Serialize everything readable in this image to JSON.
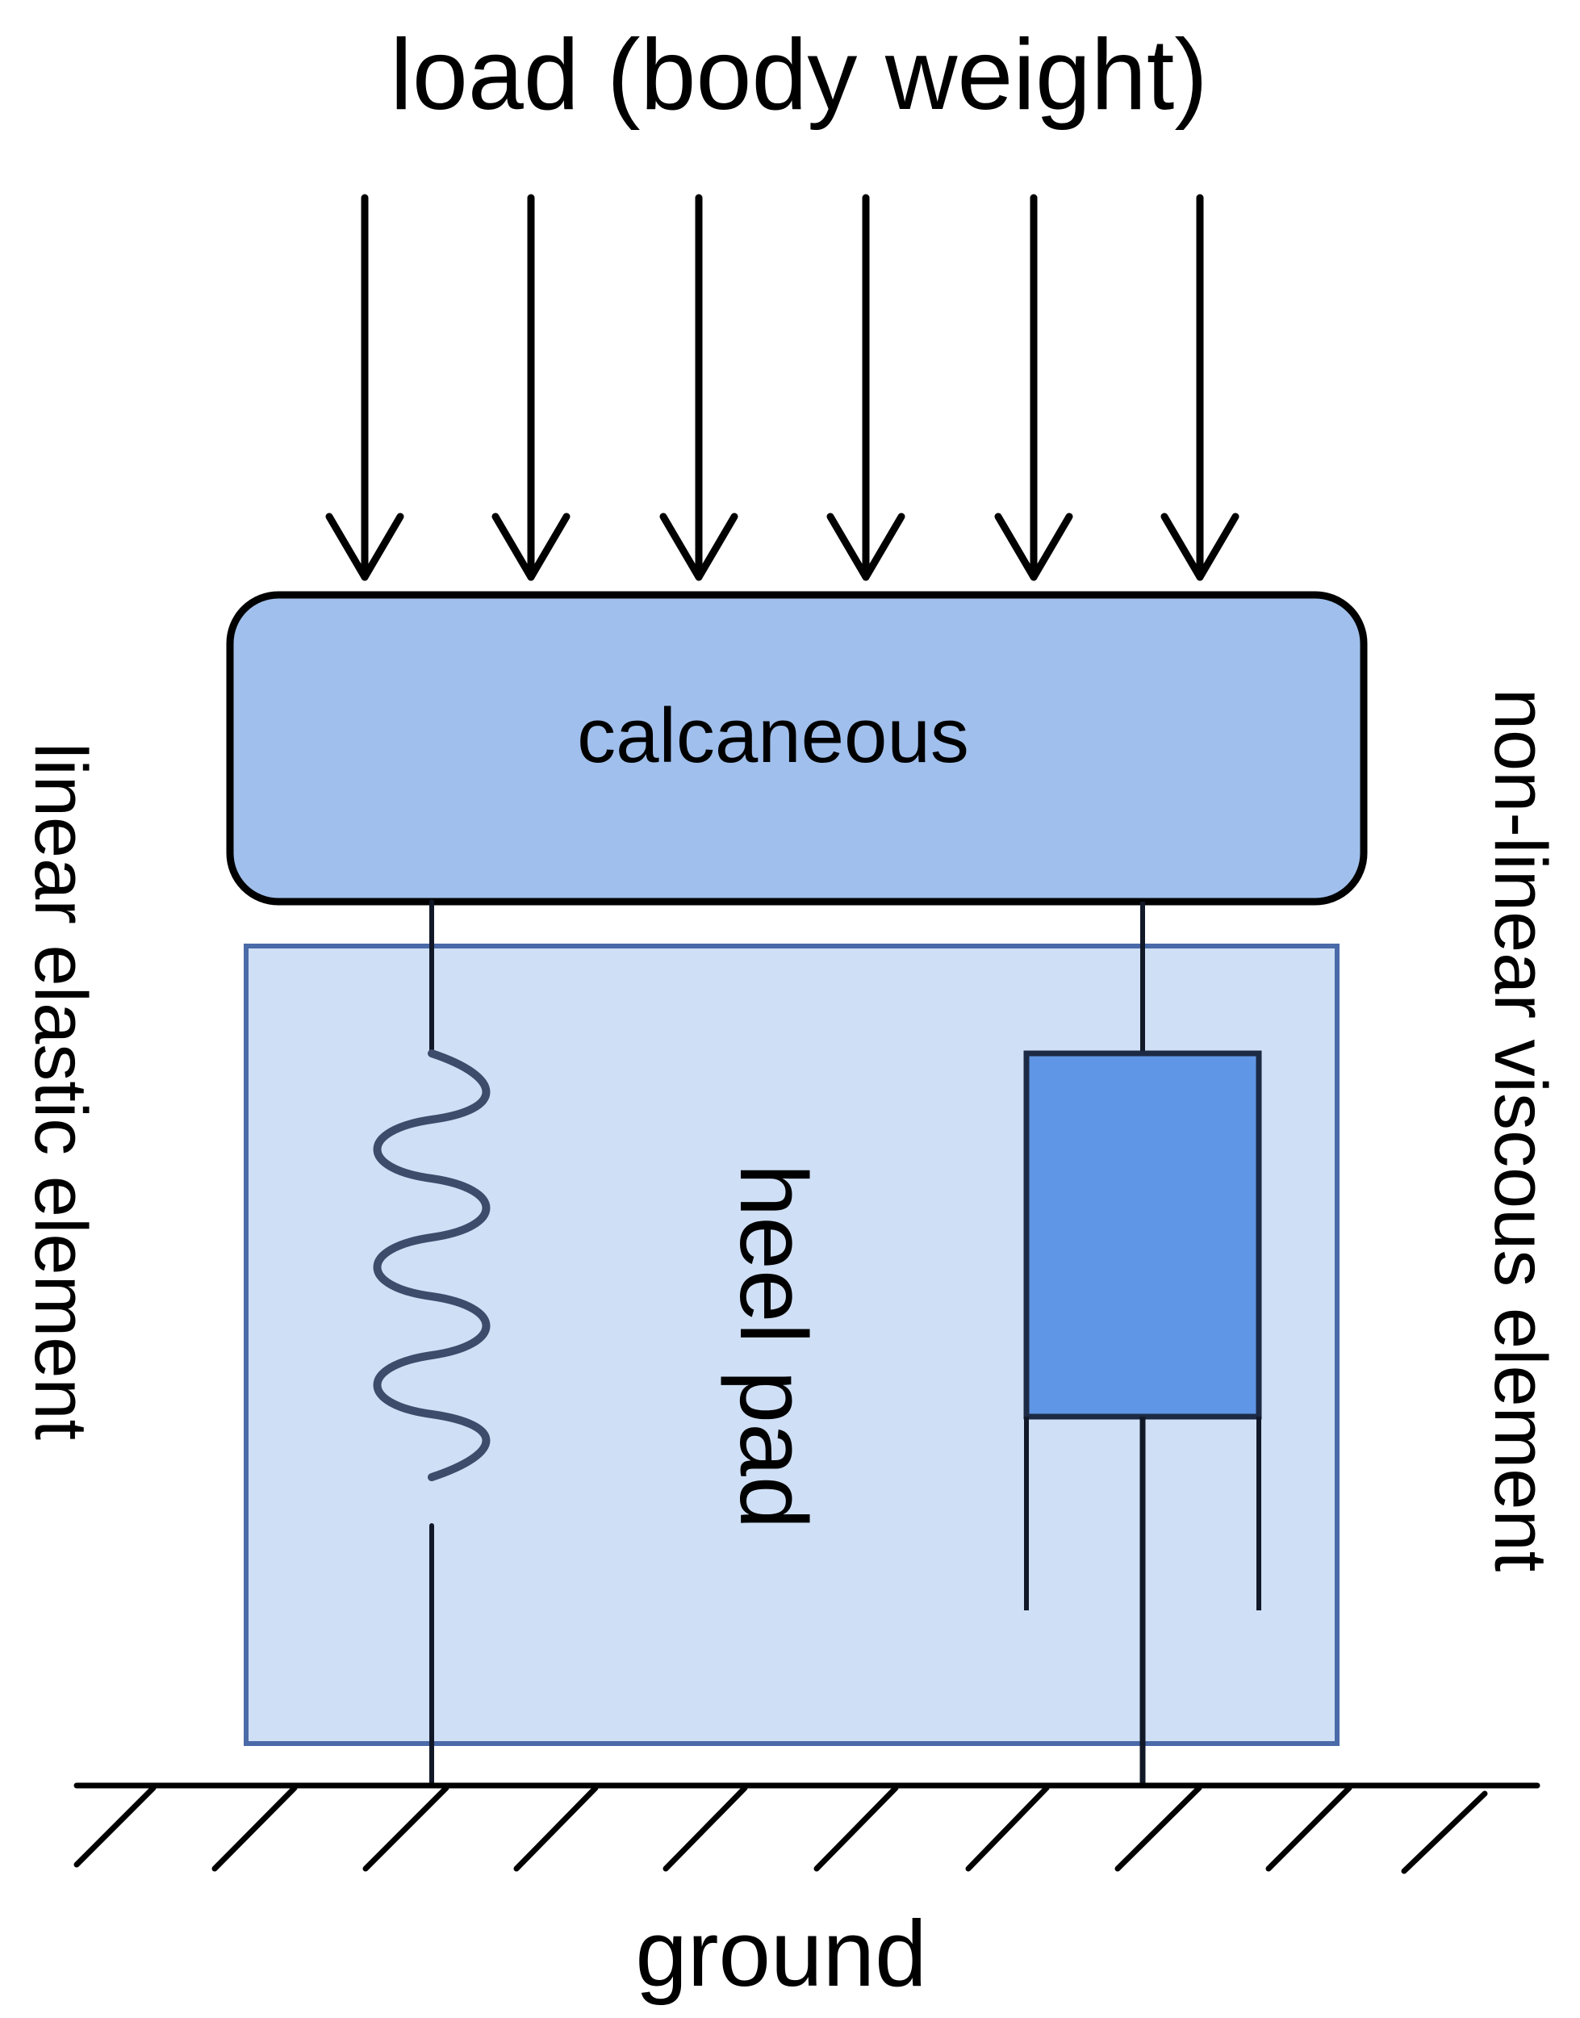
{
  "labels": {
    "load": "load (body weight)",
    "calcaneous": "calcaneous",
    "heel_pad": "heel pad",
    "ground": "ground",
    "linear_elastic": "linear elastic element",
    "non_linear_viscous": "non-linear viscous element"
  },
  "colors": {
    "calcaneous_fill": "#a0bfec",
    "heel_pad_fill": "#cfdff5",
    "heel_pad_border": "#4a6aa8",
    "damper_fill": "#5f96e5",
    "spring_stroke": "#3d4c6b",
    "line": "#111827"
  },
  "icons": {
    "load_arrow": "down-arrow-icon",
    "spring": "spring-icon",
    "damper": "damper-icon",
    "ground_hatch": "ground-hatch-icon"
  }
}
